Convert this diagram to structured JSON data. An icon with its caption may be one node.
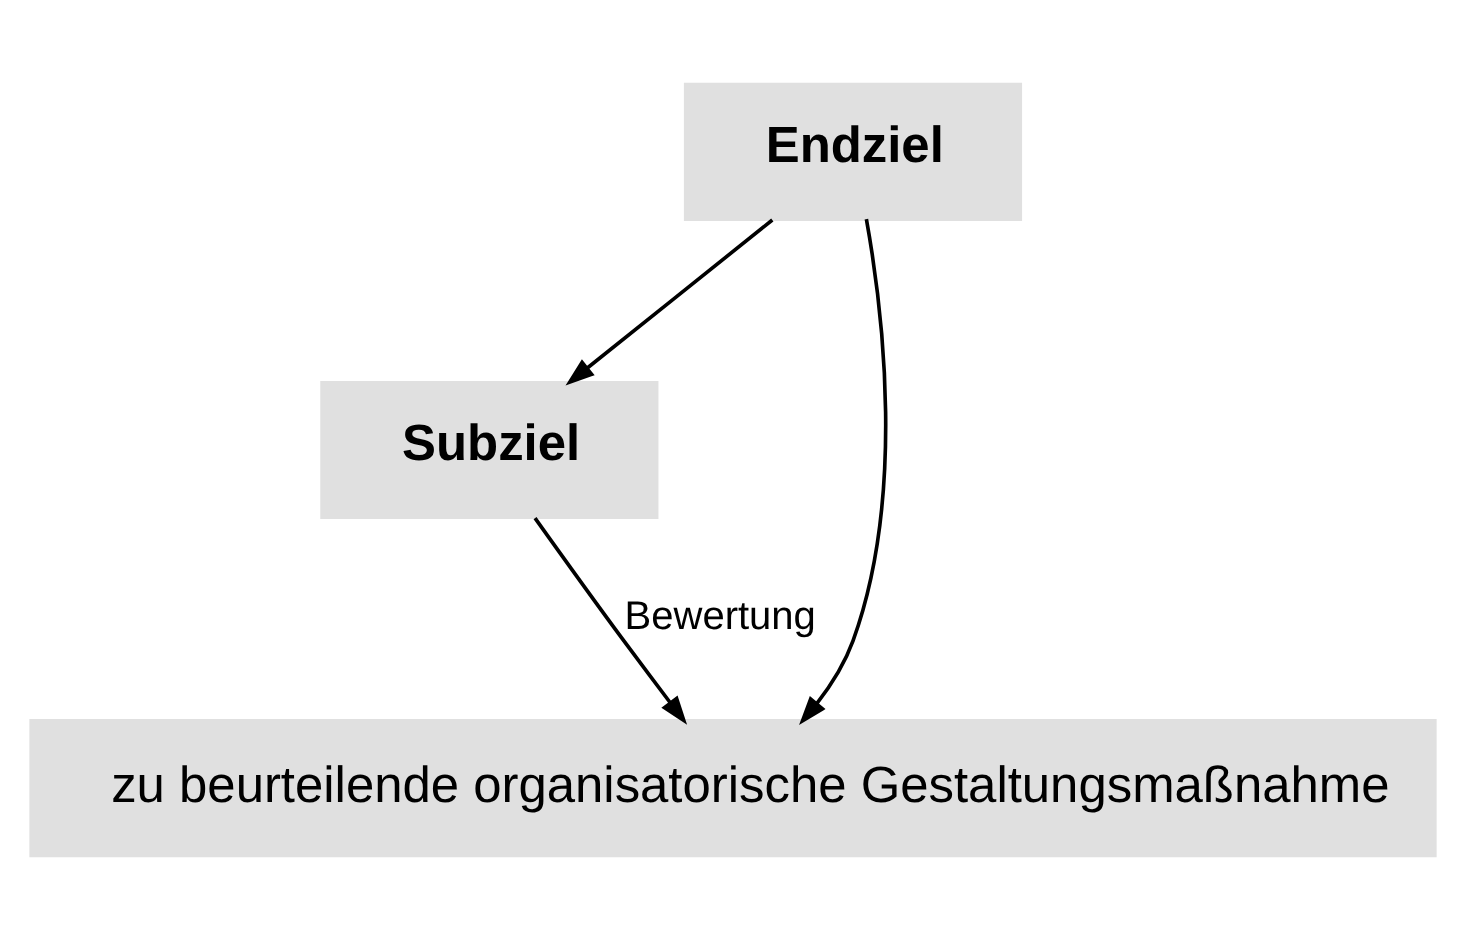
{
  "diagram": {
    "nodes": [
      {
        "text": [
          "Endziel"
        ]
      },
      {
        "text": [
          "Subziel"
        ]
      },
      {
        "text": [
          "zu beurteilende organisatorische Gestaltungsmaßnahme"
        ]
      }
    ],
    "edges": [
      {
        "from": 0,
        "to": 1,
        "arrow": "to"
      },
      {
        "from": 0,
        "to": 2,
        "arrow": "to"
      },
      {
        "from": 1,
        "to": 2,
        "arrow": "to",
        "label": "Bewertung"
      }
    ]
  }
}
